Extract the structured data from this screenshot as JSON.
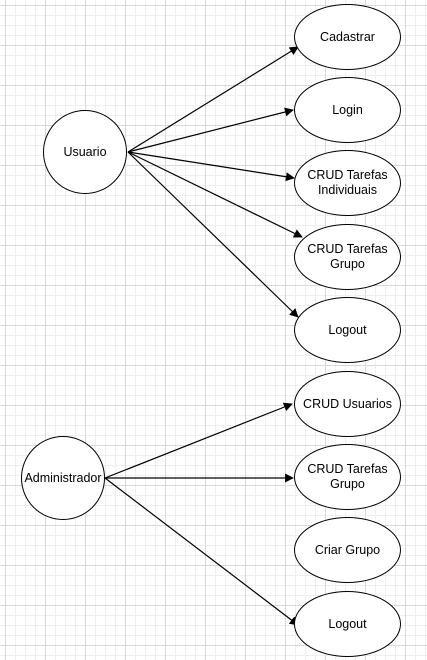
{
  "diagram": {
    "actors": [
      {
        "id": "usuario",
        "label": "Usuario"
      },
      {
        "id": "administrador",
        "label": "Administrador"
      }
    ],
    "use_cases": [
      {
        "id": "cadastrar",
        "label": "Cadastrar"
      },
      {
        "id": "login",
        "label": "Login"
      },
      {
        "id": "crud-tarefas-individuais",
        "label": "CRUD Tarefas Individuais"
      },
      {
        "id": "crud-tarefas-grupo-u",
        "label": "CRUD Tarefas Grupo"
      },
      {
        "id": "logout-u",
        "label": "Logout"
      },
      {
        "id": "crud-usuarios",
        "label": "CRUD Usuarios"
      },
      {
        "id": "crud-tarefas-grupo-a",
        "label": "CRUD Tarefas Grupo"
      },
      {
        "id": "criar-grupo",
        "label": "Criar Grupo"
      },
      {
        "id": "logout-a",
        "label": "Logout"
      }
    ],
    "edges": [
      {
        "from": "usuario",
        "to": "cadastrar"
      },
      {
        "from": "usuario",
        "to": "login"
      },
      {
        "from": "usuario",
        "to": "crud-tarefas-individuais"
      },
      {
        "from": "usuario",
        "to": "crud-tarefas-grupo-u"
      },
      {
        "from": "usuario",
        "to": "logout-u"
      },
      {
        "from": "administrador",
        "to": "crud-usuarios"
      },
      {
        "from": "administrador",
        "to": "crud-tarefas-grupo-a"
      },
      {
        "from": "administrador",
        "to": "logout-a"
      }
    ]
  }
}
